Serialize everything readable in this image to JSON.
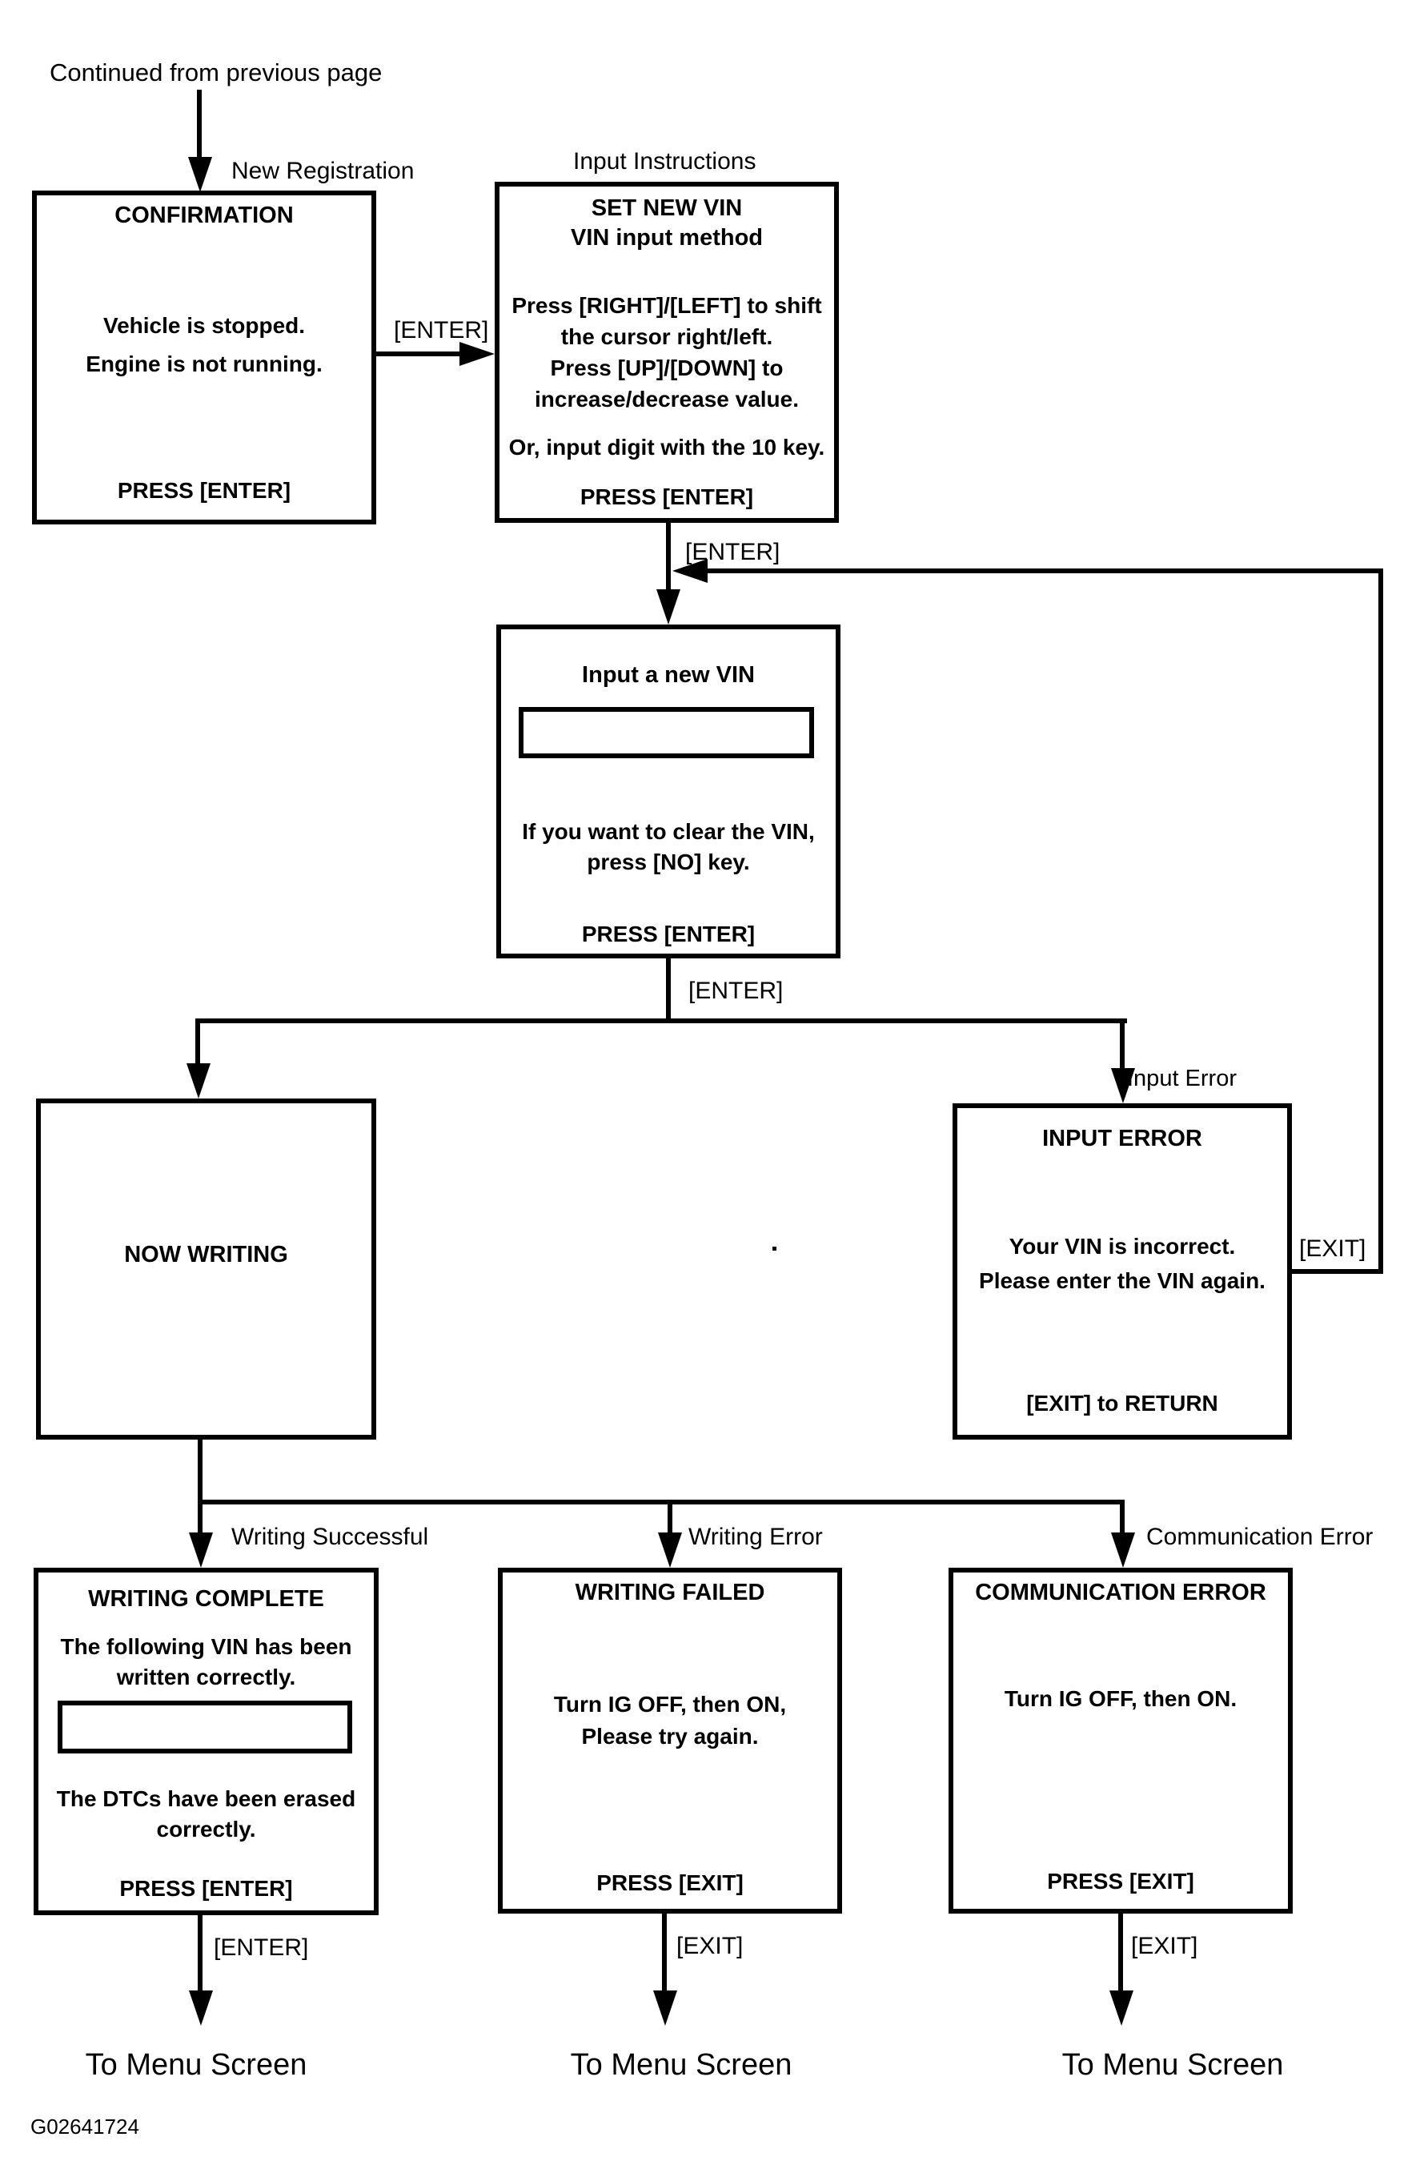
{
  "page": {
    "source_note": "Continued from previous page",
    "figure_code": "G02641724",
    "ink_color": "#000000",
    "paper_color": "#ffffff"
  },
  "edge_labels": {
    "new_registration": "New Registration",
    "input_instructions": "Input Instructions",
    "enter_to_instructions": "[ENTER]",
    "enter_to_input": "[ENTER]",
    "enter_from_input": "[ENTER]",
    "input_error": "Input Error",
    "exit_loop": "[EXIT]",
    "writing_successful": "Writing Successful",
    "writing_error": "Writing Error",
    "communication_error": "Communication Error",
    "enter_complete": "[ENTER]",
    "exit_failed": "[EXIT]",
    "exit_comm": "[EXIT]",
    "to_menu_left": "To Menu Screen",
    "to_menu_mid": "To Menu Screen",
    "to_menu_right": "To Menu Screen"
  },
  "nodes": {
    "confirmation": {
      "title": "CONFIRMATION",
      "lines": [
        "Vehicle is stopped.",
        "Engine is not running."
      ],
      "footer": "PRESS [ENTER]"
    },
    "set_new_vin": {
      "title_lines": [
        "SET NEW VIN",
        "VIN input method"
      ],
      "body_lines": [
        "Press [RIGHT]/[LEFT] to shift",
        "the cursor right/left.",
        "Press [UP]/[DOWN] to",
        "increase/decrease value.",
        "Or, input digit with the 10 key."
      ],
      "footer": "PRESS [ENTER]"
    },
    "input_new_vin": {
      "title": "Input a new VIN",
      "field_value": "",
      "body_lines": [
        "If you want to clear the VIN,",
        "press [NO] key."
      ],
      "footer": "PRESS [ENTER]"
    },
    "now_writing": {
      "title": "NOW WRITING"
    },
    "input_error": {
      "title": "INPUT ERROR",
      "body_lines": [
        "Your VIN is incorrect.",
        "Please enter the VIN again."
      ],
      "footer": "[EXIT] to RETURN"
    },
    "writing_complete": {
      "title": "WRITING COMPLETE",
      "body_lines_top": [
        "The following VIN has been",
        "written correctly."
      ],
      "field_value": "",
      "body_lines_bottom": [
        "The DTCs have been erased",
        "correctly."
      ],
      "footer": "PRESS [ENTER]"
    },
    "writing_failed": {
      "title": "WRITING FAILED",
      "body_lines": [
        "Turn IG OFF, then ON,",
        "Please try again."
      ],
      "footer": "PRESS [EXIT]"
    },
    "communication_error": {
      "title": "COMMUNICATION ERROR",
      "body_lines": [
        "Turn IG OFF, then ON."
      ],
      "footer": "PRESS [EXIT]"
    }
  }
}
